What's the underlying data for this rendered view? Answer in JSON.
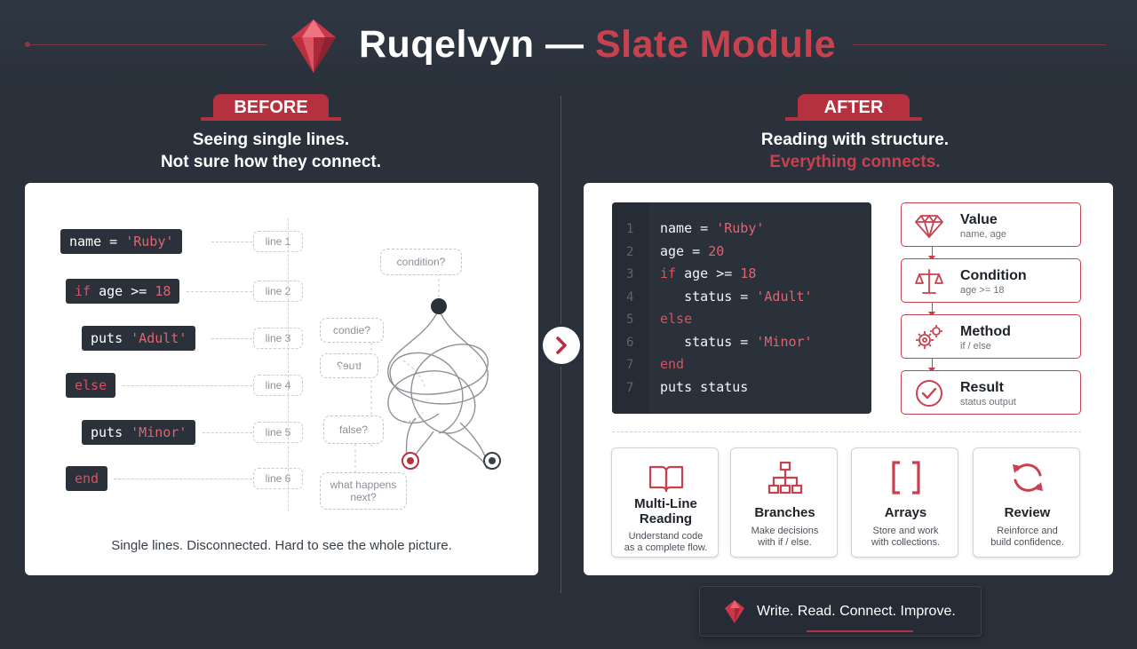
{
  "header": {
    "title_main": "Ruqelvyn —",
    "title_accent": "Slate Module"
  },
  "colors": {
    "accent": "#c8414f",
    "background": "#2a313b",
    "panel": "#ffffff"
  },
  "before": {
    "label": "BEFORE",
    "subtitle_line1": "Seeing single lines.",
    "subtitle_line2": "Not sure how they connect.",
    "lines": [
      {
        "tag": "line 1"
      },
      {
        "tag": "line 2"
      },
      {
        "tag": "line 3"
      },
      {
        "tag": "line 4"
      },
      {
        "tag": "line 5"
      },
      {
        "tag": "line 6"
      }
    ],
    "code": {
      "l1_var": "name = ",
      "l1_str": "'Ruby'",
      "l2_kw": "if",
      "l2_mid": " age >= ",
      "l2_num": "18",
      "l3_fn": "puts ",
      "l3_str": "'Adult'",
      "l4_kw": "else",
      "l5_fn": "puts ",
      "l5_str": "'Minor'",
      "l6_kw": "end"
    },
    "bubbles": {
      "top": "condition?",
      "mid": "condie?",
      "mirror": "true?",
      "false": "false?",
      "next": "what happens next?"
    },
    "caption": "Single lines. Disconnected. Hard to see the whole picture."
  },
  "after": {
    "label": "AFTER",
    "subtitle_line1": "Reading with structure.",
    "subtitle_line2": "Everything connects.",
    "code_lines": [
      {
        "n": "1",
        "a": "name = ",
        "s": "'Ruby'"
      },
      {
        "n": "2",
        "a": "age = ",
        "s": "20"
      },
      {
        "n": "3",
        "k": "if",
        "a": " age >= ",
        "s": "18"
      },
      {
        "n": "4",
        "a": "   status = ",
        "s": "'Adult'"
      },
      {
        "n": "5",
        "k": "else"
      },
      {
        "n": "6",
        "a": "   status = ",
        "s": "'Minor'"
      },
      {
        "n": "7",
        "k": "end"
      },
      {
        "n": "7",
        "a": "puts status"
      }
    ],
    "steps": [
      {
        "title": "Value",
        "sub": "name, age",
        "icon": "gem-icon"
      },
      {
        "title": "Condition",
        "sub": "age >= 18",
        "icon": "scales-icon"
      },
      {
        "title": "Method",
        "sub": "if / else",
        "icon": "gears-icon"
      },
      {
        "title": "Result",
        "sub": "status output",
        "icon": "check-circle-icon"
      }
    ],
    "cards": [
      {
        "title_l1": "Multi-Line",
        "title_l2": "Reading",
        "sub_l1": "Understand code",
        "sub_l2": "as a complete flow.",
        "icon": "open-book-icon"
      },
      {
        "title_l1": "Branches",
        "sub_l1": "Make decisions",
        "sub_l2": "with if / else.",
        "icon": "tree-branch-icon"
      },
      {
        "title_l1": "Arrays",
        "sub_l1": "Store and work",
        "sub_l2": "with collections.",
        "icon": "brackets-icon"
      },
      {
        "title_l1": "Review",
        "sub_l1": "Reinforce and",
        "sub_l2": "build confidence.",
        "icon": "refresh-icon"
      }
    ]
  },
  "footer": {
    "text": "Write. Read. Connect. Improve."
  }
}
